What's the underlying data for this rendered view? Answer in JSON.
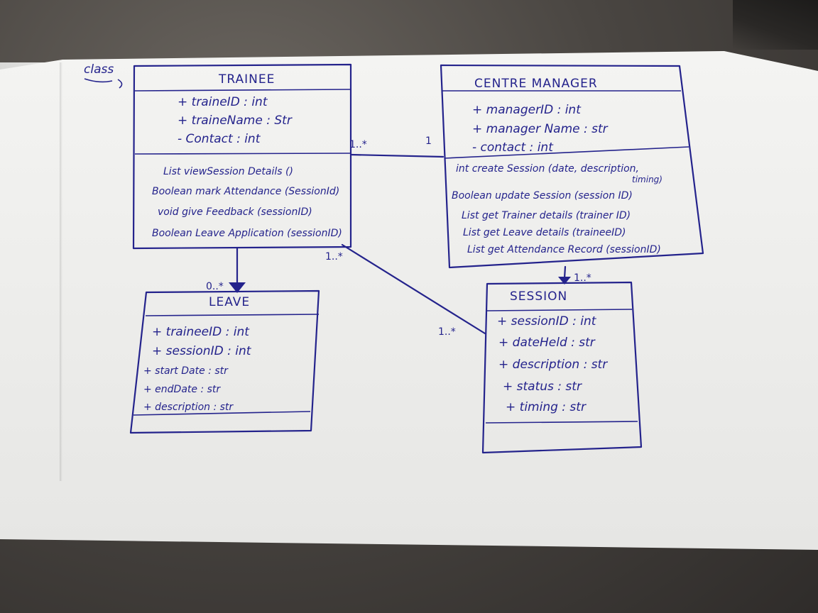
{
  "annotation": "class",
  "classes": {
    "trainee": {
      "name": "TRAINEE",
      "attributes": [
        "+ traineID : int",
        "+ traineName : Str",
        "- Contact : int"
      ],
      "methods": [
        "List  viewSession Details ()",
        "Boolean mark Attendance (SessionId)",
        "void  give Feedback (sessionID)",
        "Boolean Leave Application (sessionID)"
      ]
    },
    "centre_manager": {
      "name": "CENTRE MANAGER",
      "attributes": [
        "+ managerID : int",
        "+ manager Name : str",
        "- contact : int"
      ],
      "methods": [
        "int   create Session (date, description,",
        "timing)",
        "Boolean update Session (session ID)",
        "List  get Trainer details (trainer ID)",
        "List  get Leave details (traineeID)",
        "List  get Attendance Record (sessionID)"
      ]
    },
    "leave": {
      "name": "LEAVE",
      "attributes": [
        "+ traineeID : int",
        "+ sessionID : int",
        "+ start Date : str",
        "+ endDate : str",
        "+ description : str"
      ]
    },
    "session": {
      "name": "SESSION",
      "attributes": [
        "+ sessionID : int",
        "+ dateHeld : str",
        "+ description : str",
        "+ status : str",
        "+ timing : str"
      ]
    }
  },
  "multiplicities": {
    "trainee_manager_near_trainee": "1..*",
    "trainee_manager_near_manager": "1",
    "trainee_leave": "0..*",
    "trainee_session_near_trainee": "1..*",
    "trainee_session_near_session": "1..*",
    "manager_session": "1..*"
  },
  "colors": {
    "ink": "#24238c",
    "paper": "#efefed"
  }
}
